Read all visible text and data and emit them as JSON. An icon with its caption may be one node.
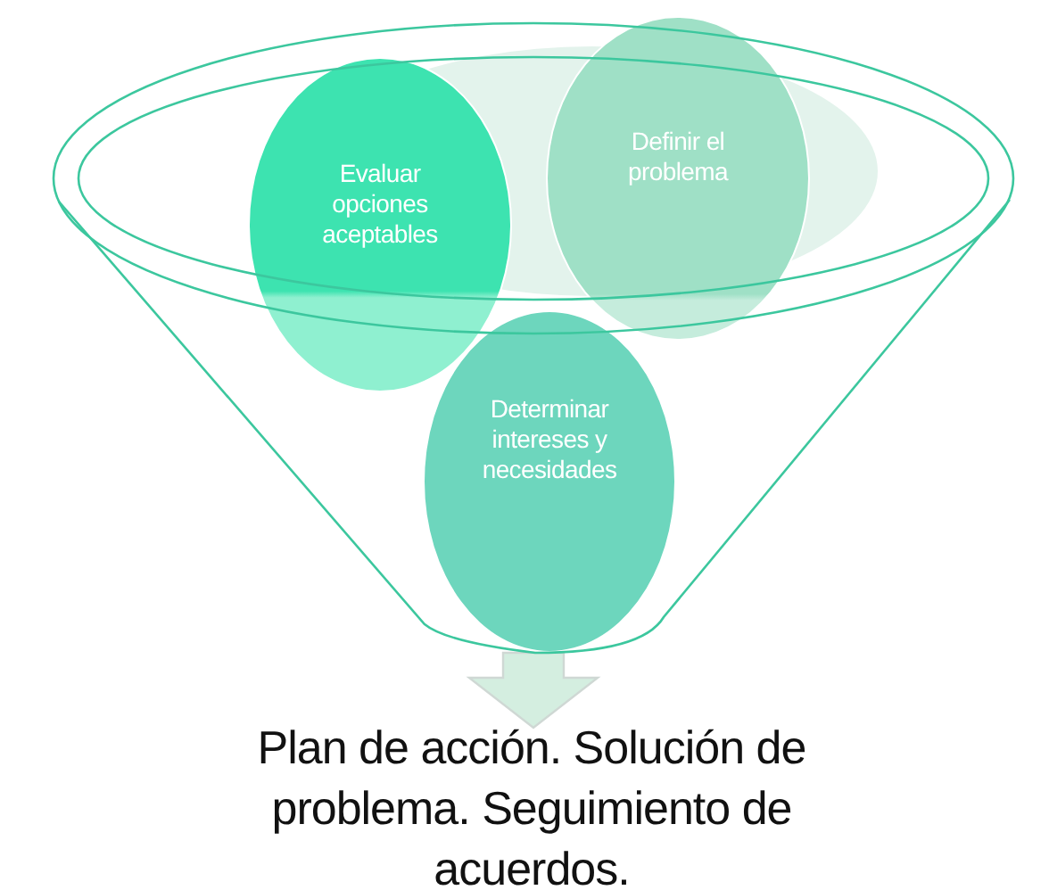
{
  "diagram": {
    "nodes": [
      {
        "text": [],
        "shape": "funnel"
      },
      {
        "text": [
          "Evaluar opciones aceptables"
        ],
        "in": 0
      },
      {
        "text": [
          "Definir el problema"
        ],
        "in": 0
      },
      {
        "text": [
          "Determinar intereses y necesidades"
        ],
        "in": 0
      },
      {
        "text": [
          "Plan de acción. Solución de problema. Seguimiento de acuerdos."
        ]
      }
    ],
    "edges": [
      {
        "from": 0,
        "to": 4,
        "arrow": "to",
        "style": "thick"
      }
    ]
  }
}
